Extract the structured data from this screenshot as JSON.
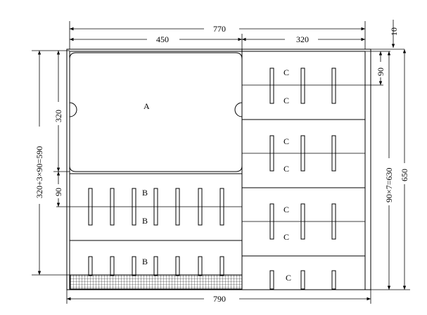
{
  "labels": {
    "region_a": "A",
    "region_b": "B",
    "region_c": "C"
  },
  "dimensions": {
    "top_total": "770",
    "top_left": "450",
    "top_right": "320",
    "corner": "10",
    "bottom_total": "790",
    "left_outer": "320+3×90=590",
    "left_a": "320",
    "left_b": "90",
    "right_step": "90",
    "right_inner": "90×7=630",
    "right_outer": "650"
  }
}
